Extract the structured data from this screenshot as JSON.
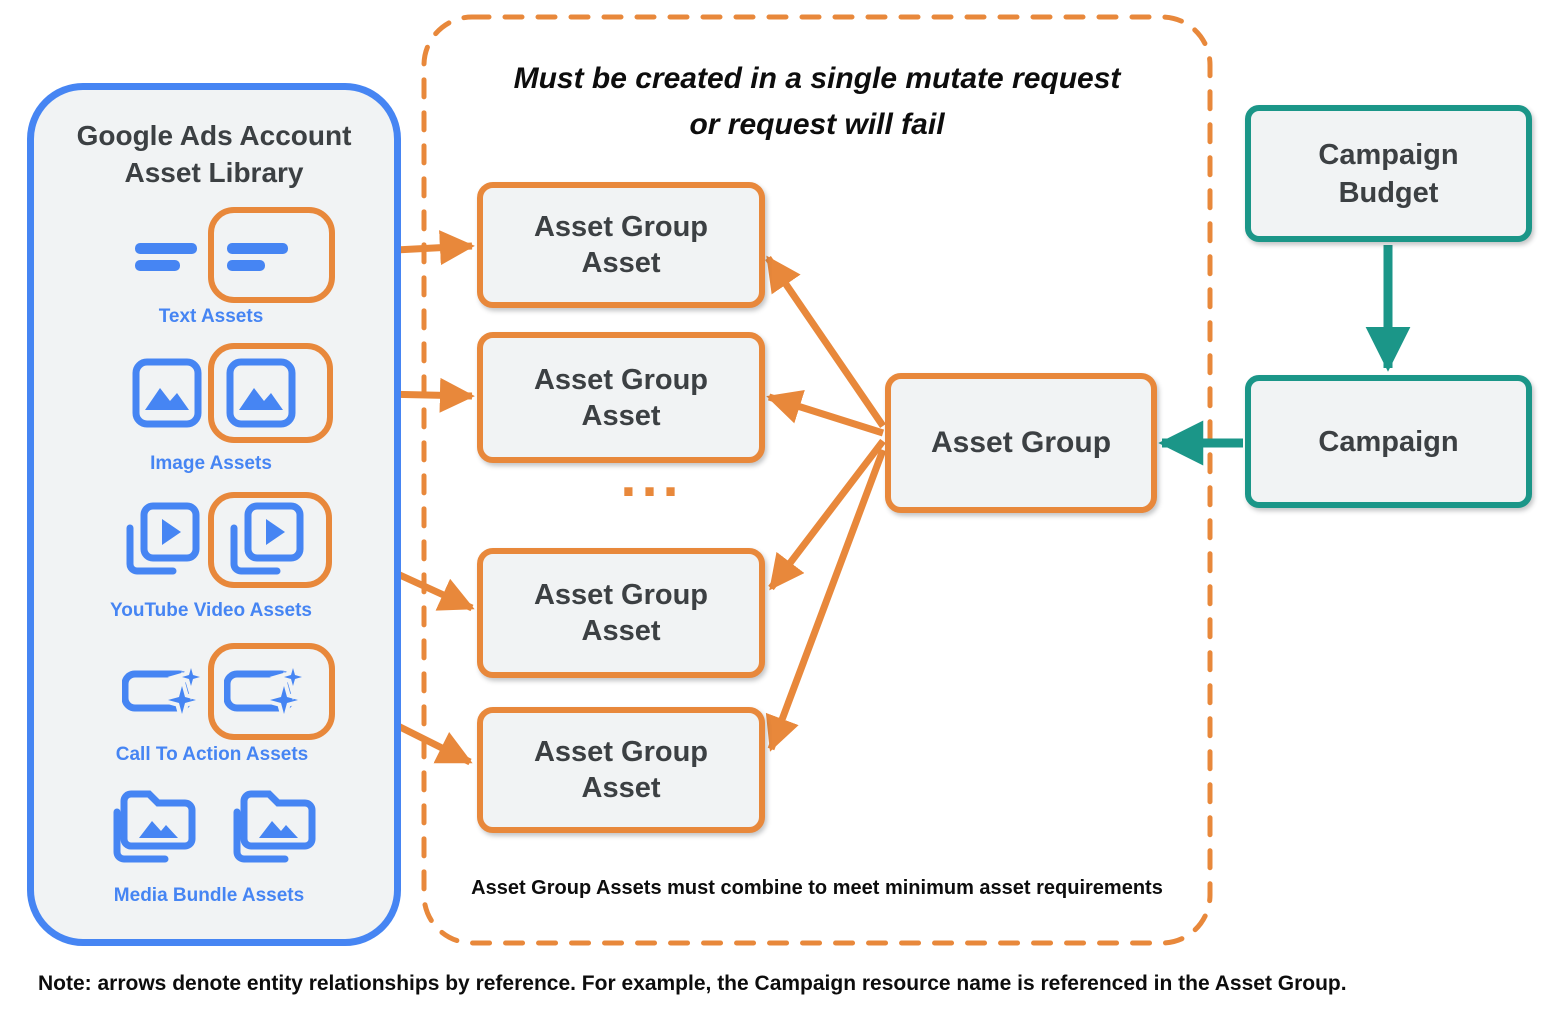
{
  "library": {
    "title_line1": "Google Ads Account",
    "title_line2": "Asset Library",
    "items": [
      {
        "label": "Text Assets"
      },
      {
        "label": "Image Assets"
      },
      {
        "label": "YouTube Video  Assets"
      },
      {
        "label": "Call To Action Assets"
      },
      {
        "label": "Media Bundle  Assets"
      }
    ]
  },
  "mutate_box": {
    "title_line1": "Must be created in a single mutate request",
    "title_line2": "or request will fail",
    "asset_group_assets": [
      {
        "line1": "Asset Group",
        "line2": "Asset"
      },
      {
        "line1": "Asset Group",
        "line2": "Asset"
      },
      {
        "line1": "Asset Group",
        "line2": "Asset"
      },
      {
        "line1": "Asset Group",
        "line2": "Asset"
      }
    ],
    "ellipsis": "...",
    "footnote": "Asset Group Assets must combine to meet minimum asset requirements"
  },
  "asset_group": {
    "label": "Asset Group"
  },
  "campaign_budget": {
    "line1": "Campaign",
    "line2": "Budget"
  },
  "campaign": {
    "label": "Campaign"
  },
  "note": "Note: arrows denote entity relationships by reference. For example, the Campaign resource name is referenced in the Asset Group.",
  "colors": {
    "orange": "#E8883B",
    "blue": "#4685F3",
    "teal": "#1B9688",
    "box-fill": "#F1F3F4",
    "text-dark": "#3C4043",
    "text-black": "#0D0D0D"
  }
}
